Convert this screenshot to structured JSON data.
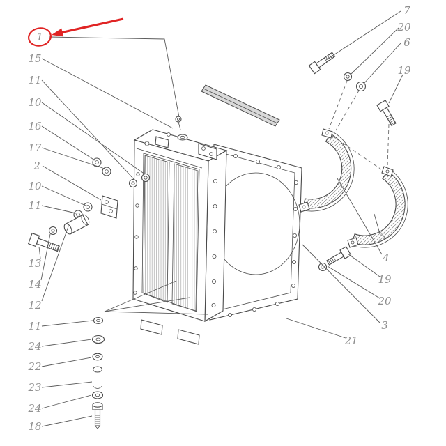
{
  "figure": {
    "kind": "exploded-parts-diagram",
    "subject": "radiator and fan shroud assembly",
    "background": "#ffffff",
    "line_color": "#4a4a4a",
    "label_color": "#8f8f8f",
    "highlight_color": "#e02424"
  },
  "callouts": {
    "left": [
      {
        "label": "1",
        "highlighted": true
      },
      {
        "label": "15"
      },
      {
        "label": "11"
      },
      {
        "label": "10"
      },
      {
        "label": "16"
      },
      {
        "label": "17"
      },
      {
        "label": "2"
      },
      {
        "label": "10"
      },
      {
        "label": "11"
      },
      {
        "label": "13"
      },
      {
        "label": "14"
      },
      {
        "label": "12"
      },
      {
        "label": "11"
      },
      {
        "label": "24"
      },
      {
        "label": "22"
      },
      {
        "label": "23"
      },
      {
        "label": "24"
      },
      {
        "label": "18"
      }
    ],
    "top_right": [
      {
        "label": "7"
      },
      {
        "label": "20"
      },
      {
        "label": "6"
      },
      {
        "label": "19"
      }
    ],
    "right": [
      {
        "label": "5"
      },
      {
        "label": "4"
      },
      {
        "label": "19"
      },
      {
        "label": "20"
      },
      {
        "label": "3"
      },
      {
        "label": "21"
      }
    ]
  }
}
